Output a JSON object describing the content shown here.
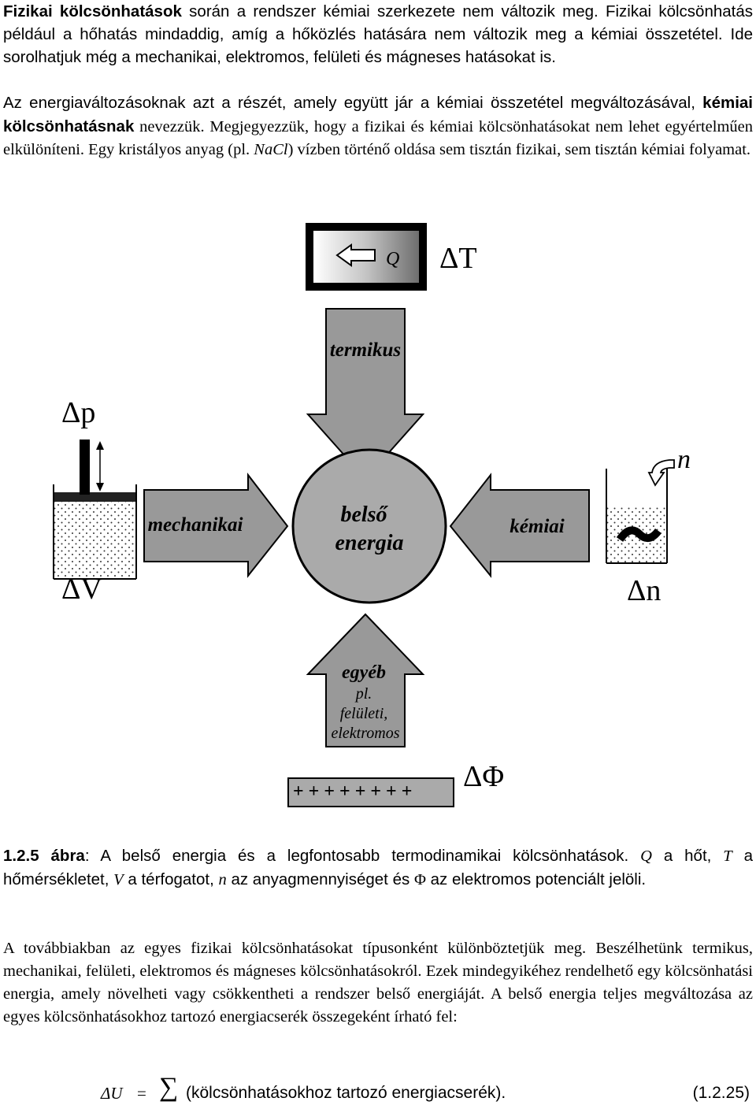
{
  "intro": {
    "line1_bold": "Fizikai kölcsönhatások",
    "line1_rest": " során a rendszer kémiai szerkezete nem változik meg. Fizikai kölcsönhatás például a hőhatás mindaddig, amíg a hőközlés hatására nem változik meg a kémiai összetétel. Ide sorolhatjuk még a mechanikai, elektromos, felületi és mágneses hatásokat is."
  },
  "chem": {
    "p1": "Az energiaváltozásoknak azt a részét, amely együtt jár a kémiai összetétel megváltozásával, ",
    "bold": "kémiai kölcsönhatásnak",
    "p2": " nevezzük. Megjegyezzük, hogy a fizikai és kémiai kölcsönhatásokat nem lehet egyértelműen elkülöníteni. Egy kristályos anyag (pl. ",
    "nacl": "NaCl",
    "p3": ") vízben történő oldása sem tisztán fizikai, sem tisztán kémiai folyamat."
  },
  "figure": {
    "heat_label": "Q",
    "delta_T": "ΔT",
    "termikus": "termikus",
    "delta_p": "Δp",
    "delta_V": "ΔV",
    "mechanikai": "mechanikai",
    "belso": "belső",
    "energia": "energia",
    "kemiai": "kémiai",
    "n": "n",
    "delta_n": "Δn",
    "egyeb": "egyéb",
    "pl": "pl.",
    "feluleti": "felületi,",
    "elektromos": "elektromos",
    "minus_row": "_ _ _ _ _ _ _ _ _",
    "plus_row": "+ + + + + + + +",
    "delta_phi": "ΔΦ"
  },
  "caption": {
    "label": "1.2.5 ábra",
    "t1": ": A belső energia és a legfontosabb termodinamikai kölcsönhatások. ",
    "Q": "Q",
    "t2": " a hőt, ",
    "T": "T",
    "t3": " a hőmérsékletet, ",
    "V": "V",
    "t4": " a térfogatot, ",
    "n": "n",
    "t5": " az anyagmennyiséget és ",
    "phi": "Φ",
    "t6": " az elektromos potenciált jelöli."
  },
  "outro": "A továbbiakban az egyes fizikai kölcsönhatásokat típusonként különböztetjük meg. Beszélhetünk termikus, mechanikai, felületi, elektromos és mágneses kölcsönhatásokról. Ezek mindegyikéhez rendelhető egy kölcsönhatási energia, amely növelheti vagy csökkentheti a rendszer belső energiáját. A belső energia teljes megváltozása az egyes kölcsönhatásokhoz tartozó energiacserék összegeként írható fel:",
  "equation": {
    "lhs": "ΔU",
    "eq": "=",
    "sum": "∑",
    "rhs": "(kölcsönhatásokhoz tartozó energiacserék).",
    "number": "(1.2.25)"
  }
}
